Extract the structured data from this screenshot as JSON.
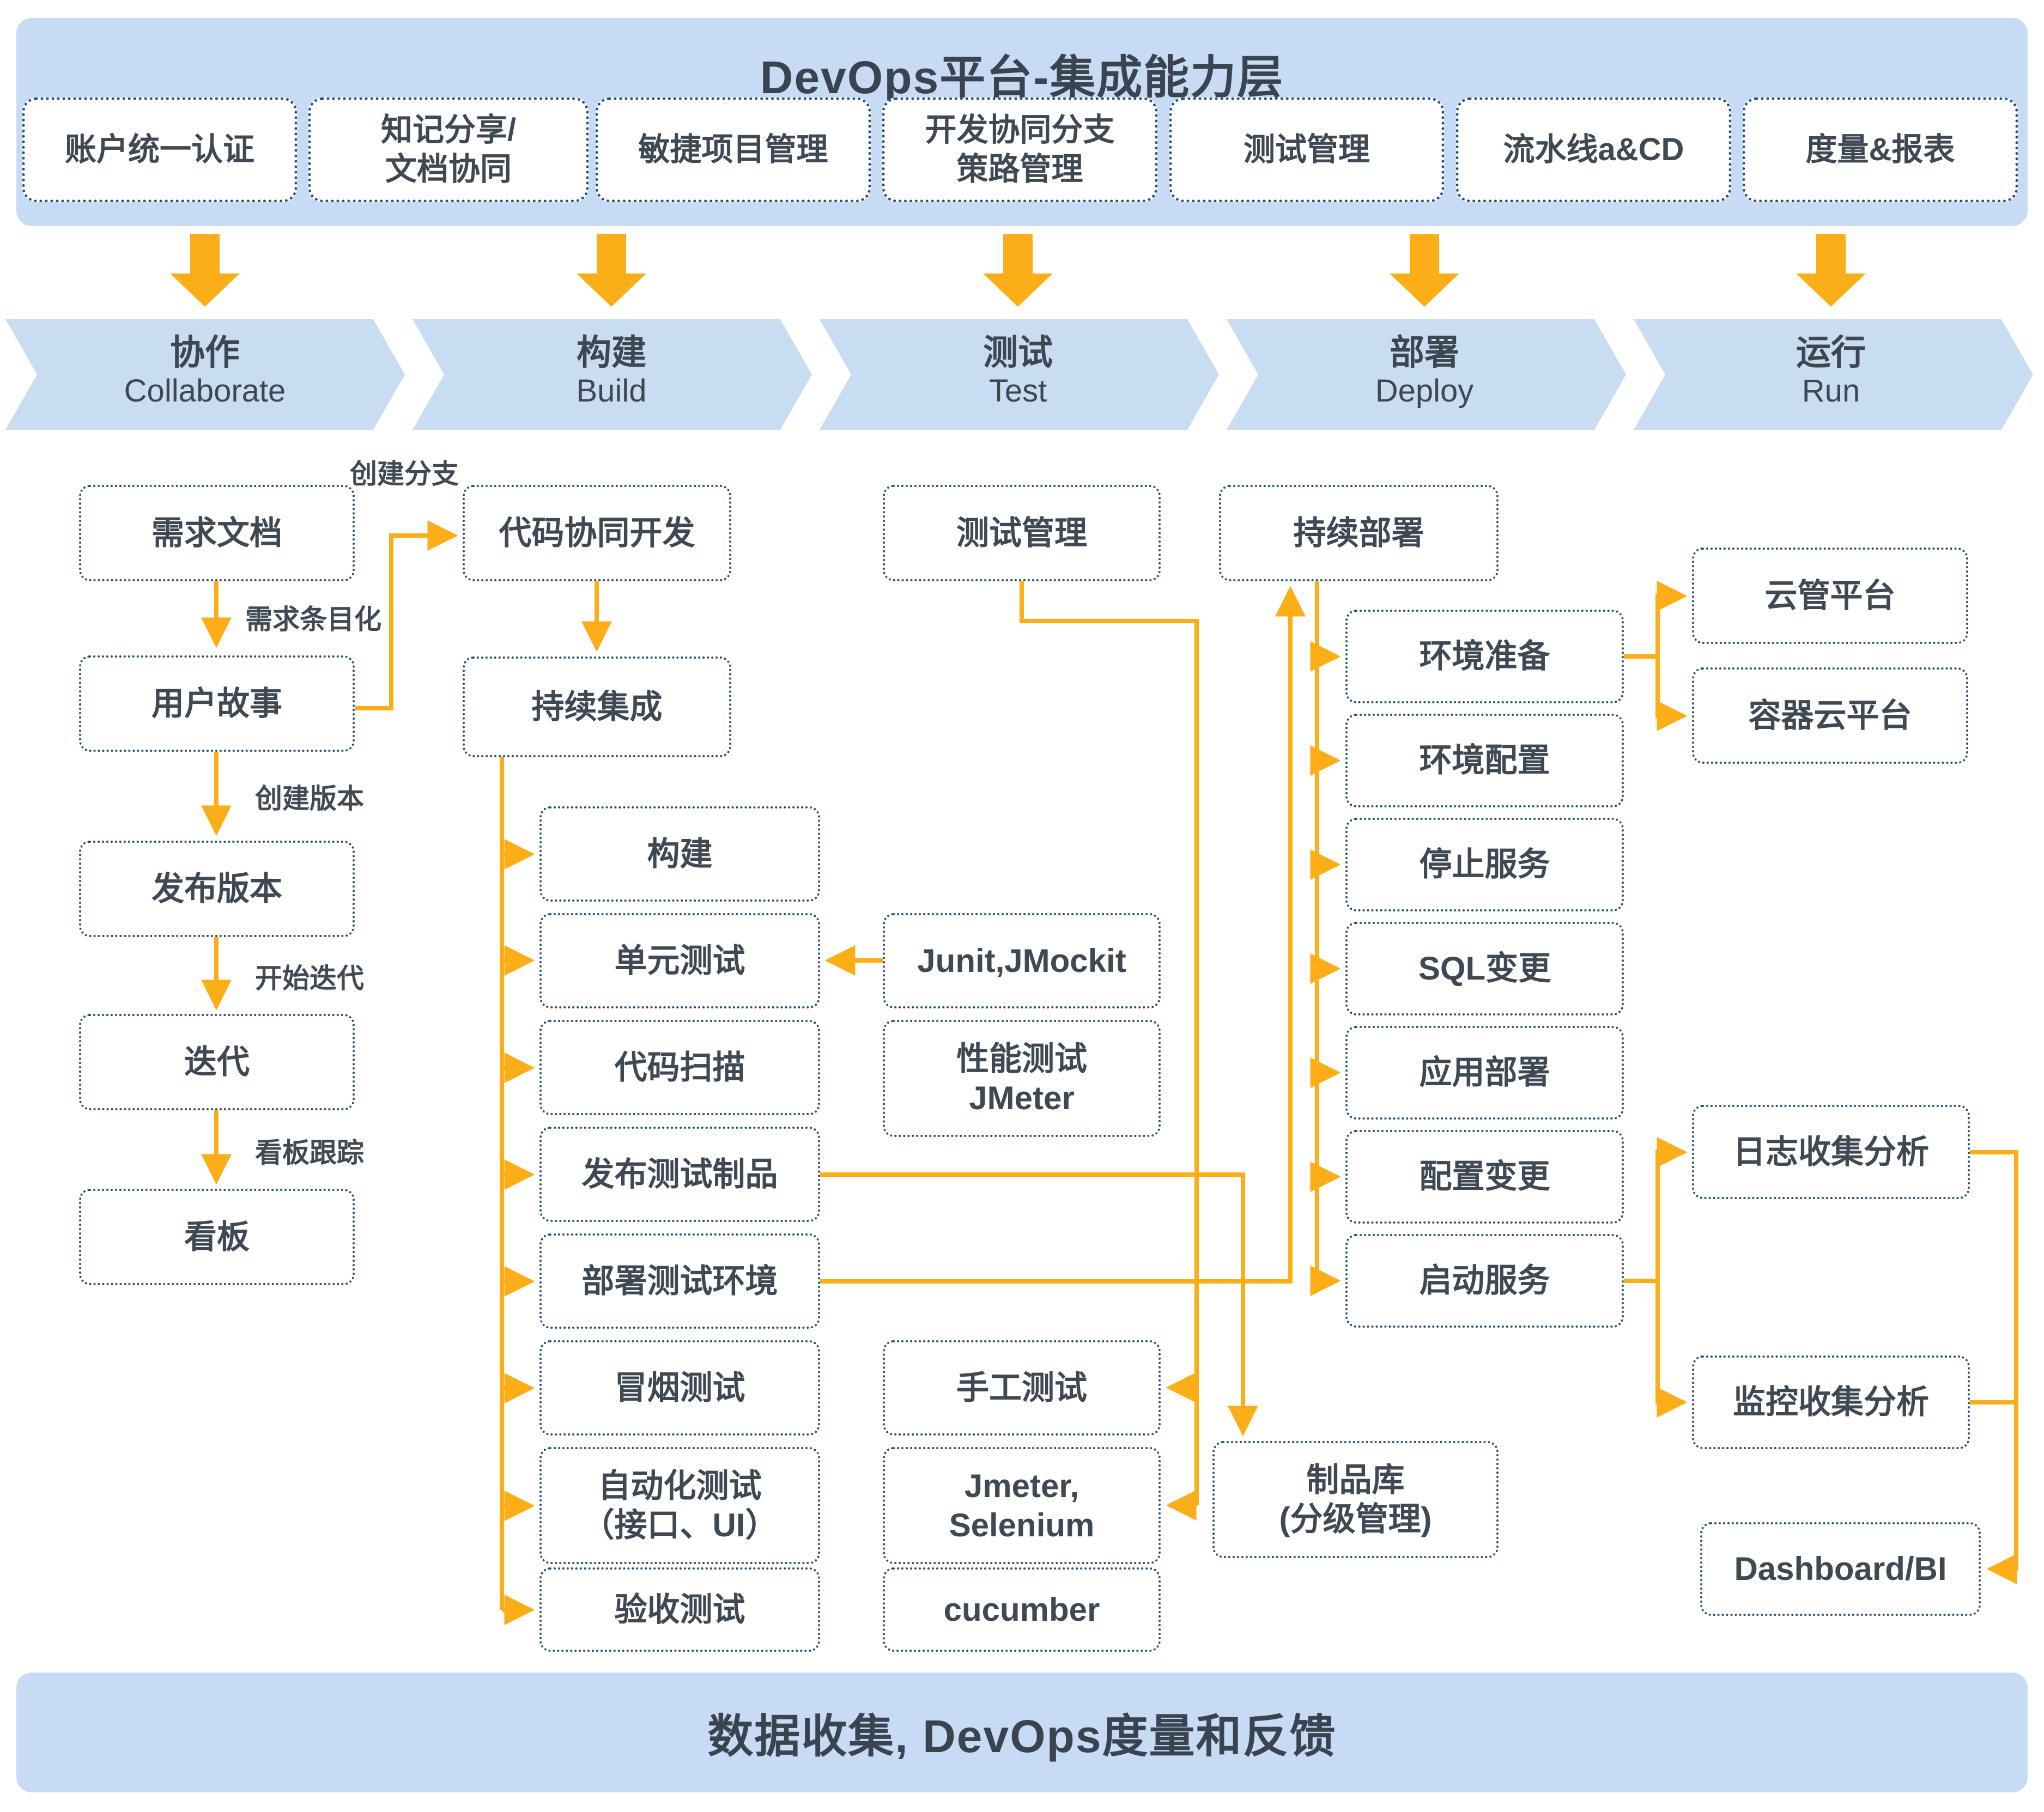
{
  "header": {
    "title": "DevOps平台-集成能力层"
  },
  "capabilities": [
    "账户统一认证",
    "知记分享/\n文档协同",
    "敏捷项目管理",
    "开发协同分支\n策路管理",
    "测试管理",
    "流水线a&CD",
    "度量&报表"
  ],
  "stages": [
    {
      "zh": "协作",
      "en": "Collaborate"
    },
    {
      "zh": "构建",
      "en": "Build"
    },
    {
      "zh": "测试",
      "en": "Test"
    },
    {
      "zh": "部署",
      "en": "Deploy"
    },
    {
      "zh": "运行",
      "en": "Run"
    }
  ],
  "nodes": {
    "req_doc": "需求文档",
    "user_story": "用户故事",
    "release_version": "发布版本",
    "iteration": "迭代",
    "kanban": "看板",
    "code_dev": "代码协同开发",
    "ci": "持续集成",
    "build": "构建",
    "unit_test": "单元测试",
    "code_scan": "代码扫描",
    "publish_artifact": "发布测试制品",
    "deploy_test_env": "部署测试环境",
    "smoke_test": "冒烟测试",
    "auto_test": "自动化测试\n（接口、UI）",
    "acceptance_test": "验收测试",
    "test_mgmt": "测试管理",
    "junit": "Junit,JMockit",
    "perf_test": "性能测试\nJMeter",
    "manual_test": "手工测试",
    "jmeter_selenium": "Jmeter,\nSelenium",
    "cucumber": "cucumber",
    "cd": "持续部署",
    "env_prep": "环境准备",
    "env_config": "环境配置",
    "stop_service": "停止服务",
    "sql_change": "SQL变更",
    "app_deploy": "应用部署",
    "config_change": "配置变更",
    "start_service": "启动服务",
    "artifact_repo": "制品库\n(分级管理)",
    "cloud_mgmt": "云管平台",
    "container_cloud": "容器云平台",
    "log_analysis": "日志收集分析",
    "monitor_analysis": "监控收集分析",
    "dashboard": "Dashboard/BI"
  },
  "edge_labels": {
    "create_branch": "创建分支",
    "req_itemize": "需求条目化",
    "create_version": "创建版本",
    "start_iteration": "开始迭代",
    "kanban_track": "看板跟踪"
  },
  "footer": {
    "title": "数据收集, DevOps度量和反馈"
  },
  "colors": {
    "banner_blue": "#c7dcf4",
    "chevron_blue": "#c9ddf2",
    "border_navy": "#1f4e79",
    "arrow_orange": "#fbae17",
    "text_dark": "#3e4954"
  }
}
